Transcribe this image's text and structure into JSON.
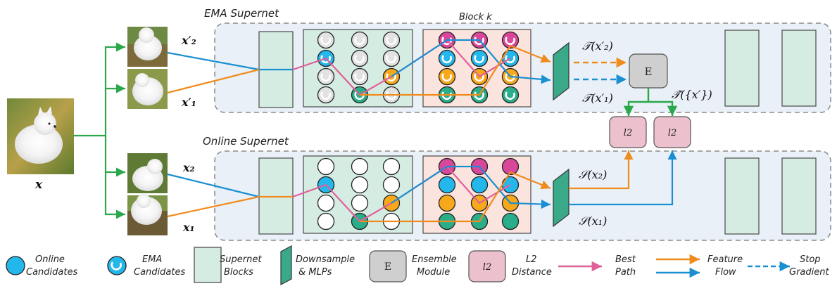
{
  "titles": {
    "ema_supernet": "EMA Supernet",
    "online_supernet": "Online Supernet",
    "block_k": "Block k"
  },
  "inputs": {
    "x": "x",
    "x2_prime": "x′₂",
    "x1_prime": "x′₁",
    "x2": "x₂",
    "x1": "x₁"
  },
  "math": {
    "t_x2_prime": "𝒯(x′₂)",
    "t_x1_prime": "𝒯(x′₁)",
    "t_hat": "𝒯̂({x′})",
    "s_x2": "𝒮(x₂)",
    "s_x1": "𝒮(x₁)"
  },
  "modules": {
    "ensemble_letter": "E",
    "l2_label": "l2"
  },
  "legend": {
    "online_candidates": [
      "Online",
      "Candidates"
    ],
    "ema_candidates": [
      "EMA",
      "Candidates"
    ],
    "supernet_blocks": [
      "Supernet",
      "Blocks"
    ],
    "downsample": [
      "Downsample",
      "& MLPs"
    ],
    "ensemble": [
      "Ensemble",
      "Module"
    ],
    "l2_distance": [
      "L2",
      "Distance"
    ],
    "best_path": [
      "Best",
      "Path"
    ],
    "feature_flow": [
      "Feature",
      "Flow"
    ],
    "stop_gradient": [
      "Stop",
      "Gradient"
    ],
    "ensemble_letter": "E",
    "l2_letter": "l2"
  },
  "colors": {
    "green": "#2aa84a",
    "blue": "#1a8fd1",
    "orange": "#f08c1e",
    "pink": "#e0609a",
    "cyan": "#23b7ec",
    "magenta": "#d9479a",
    "yellow": "#f7a81b",
    "teal": "#2aae8a",
    "block_fill": "#d5ece3",
    "l2_fill": "#ecc0cc"
  }
}
